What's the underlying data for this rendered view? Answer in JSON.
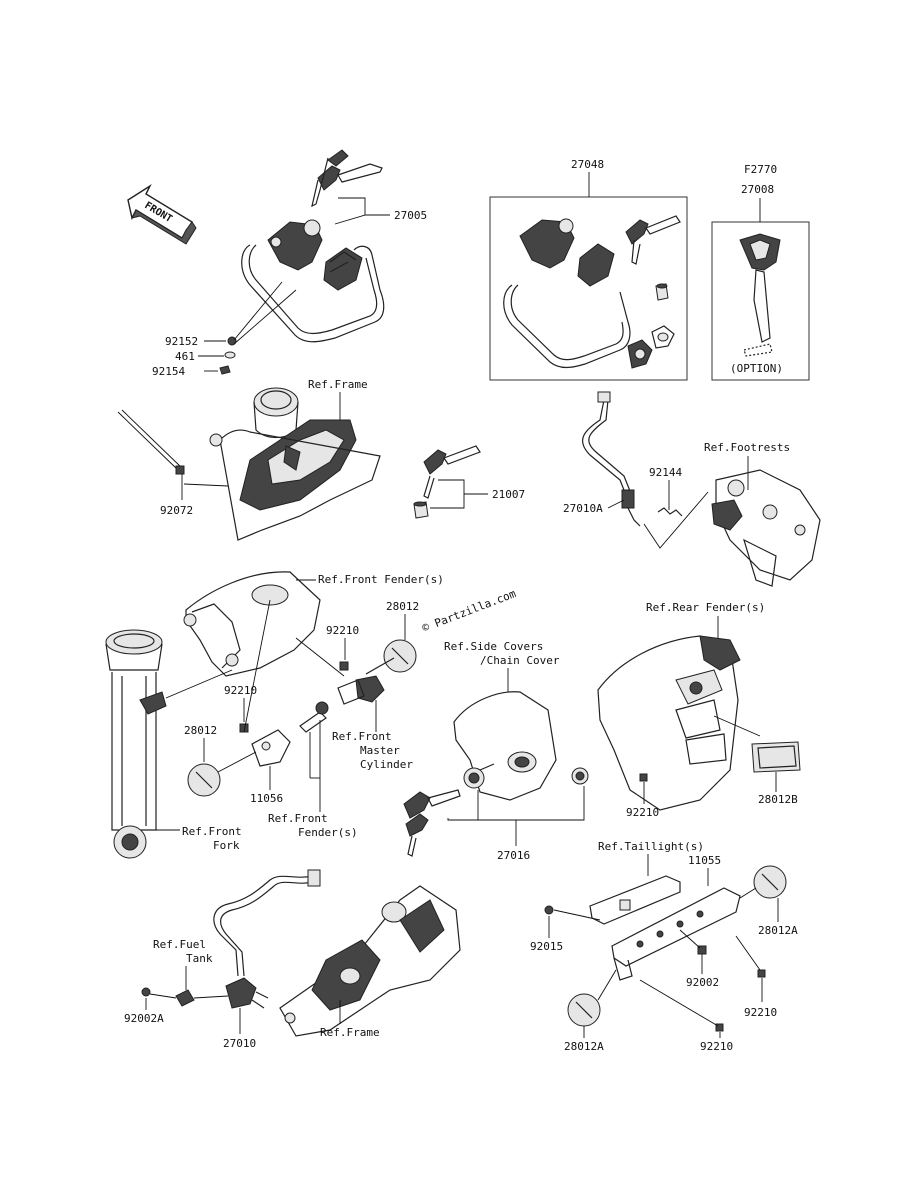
{
  "labels": {
    "p27005": "27005",
    "p27048": "27048",
    "f2770": "F2770",
    "p27008": "27008",
    "option": "(OPTION)",
    "p92152": "92152",
    "p461": "461",
    "p92154": "92154",
    "ref_frame_top": "Ref.Frame",
    "p92072": "92072",
    "p21007": "21007",
    "ref_footrests": "Ref.Footrests",
    "p92144": "92144",
    "p27010a": "27010A",
    "ref_front_fenders": "Ref.Front Fender(s)",
    "p28012_top": "28012",
    "p92210_a": "92210",
    "p92210_b": "92210",
    "p28012_left": "28012",
    "p11056": "11056",
    "ref_master_1": "Ref.Front",
    "ref_master_2": "Master",
    "ref_master_3": "Cylinder",
    "ref_ff2_1": "Ref.Front",
    "ref_ff2_2": "Fender(s)",
    "ref_fork_1": "Ref.Front",
    "ref_fork_2": "Fork",
    "ref_side_1": "Ref.Side Covers",
    "ref_side_2": "/Chain Cover",
    "p27016": "27016",
    "ref_rear_fenders": "Ref.Rear Fender(s)",
    "p92210_c": "92210",
    "p28012b": "28012B",
    "ref_taillight": "Ref.Taillight(s)",
    "p11055": "11055",
    "p92015": "92015",
    "p28012a_r": "28012A",
    "p92002": "92002",
    "p92210_d": "92210",
    "p92210_e": "92210",
    "p28012a_b": "28012A",
    "ref_fuel_1": "Ref.Fuel",
    "ref_fuel_2": "Tank",
    "p92002a": "92002A",
    "p27010": "27010",
    "ref_frame_bottom": "Ref.Frame",
    "front_arrow": "FRONT"
  },
  "watermark": "© Partzilla.com"
}
